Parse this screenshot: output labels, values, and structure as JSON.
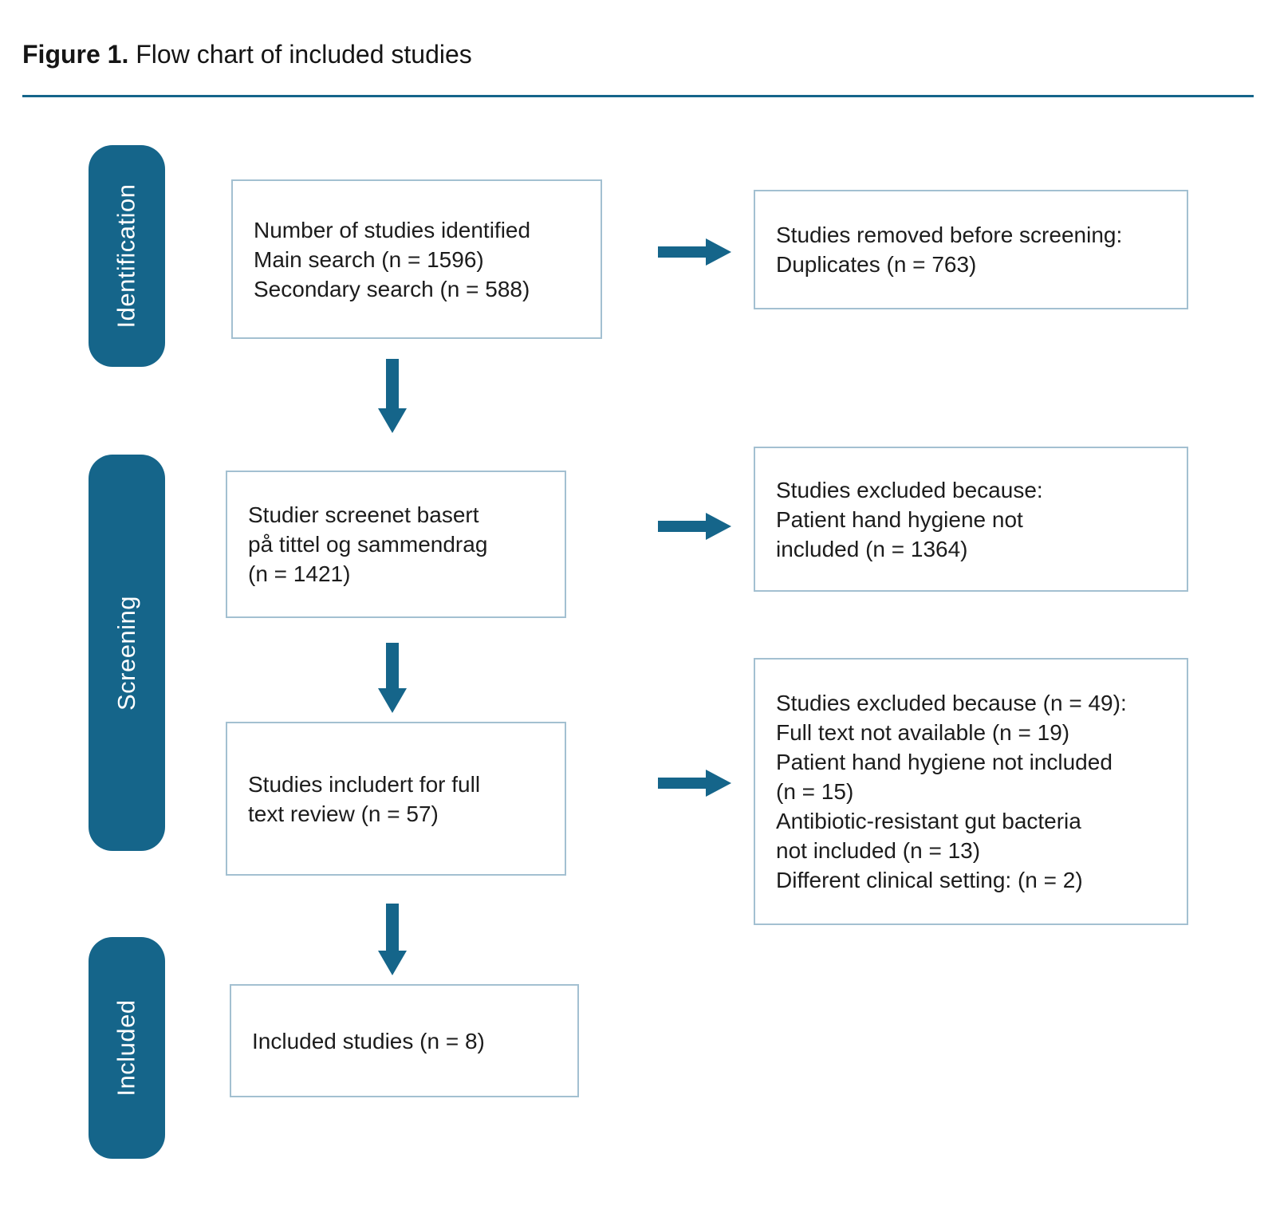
{
  "figure": {
    "label": "Figure 1.",
    "title": " Flow chart of included studies"
  },
  "colors": {
    "teal": "#15658A",
    "box_border": "#A3C0D1",
    "text": "#1C1C1C",
    "background": "#FFFFFF"
  },
  "stages": [
    {
      "label": "Identification"
    },
    {
      "label": "Screening"
    },
    {
      "label": "Included"
    }
  ],
  "boxes": {
    "identified": "Number of studies identified\nMain search (n = 1596)\nSecondary search (n = 588)",
    "removed": "Studies removed before screening:\nDuplicates (n = 763)",
    "screened": "Studier screenet basert\npå tittel og sammendrag\n(n = 1421)",
    "excluded_screening": "Studies excluded because:\nPatient hand hygiene not\nincluded (n = 1364)",
    "fulltext": "Studies includert for full\ntext review (n = 57)",
    "excluded_fulltext": "Studies excluded because (n = 49):\nFull text not available (n = 19)\nPatient hand hygiene not included\n(n = 15)\nAntibiotic-resistant gut bacteria\nnot included (n = 13)\nDifferent clinical setting: (n = 2)",
    "included": "Included studies (n = 8)"
  }
}
